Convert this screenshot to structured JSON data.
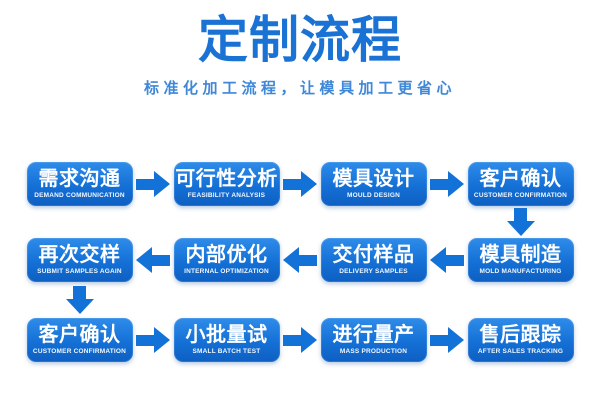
{
  "page": {
    "title": "定制流程",
    "subtitle": "标准化加工流程，让模具加工更省心"
  },
  "colors": {
    "primary_blue": "#1272d8",
    "title_blue": "#1a73d4",
    "subtitle_blue": "#3f87d8",
    "box_top": "#2f8ce9",
    "box_mid": "#1470d6",
    "box_bottom": "#0e5fc2",
    "text_white": "#ffffff"
  },
  "flow": {
    "rows": [
      {
        "direction": "right",
        "boxes": [
          {
            "zh": "需求沟通",
            "en": "DEMAND COMMUNICATION"
          },
          {
            "zh": "可行性分析",
            "en": "FEASIBILITY ANALYSIS"
          },
          {
            "zh": "模具设计",
            "en": "MOULD DESIGN"
          },
          {
            "zh": "客户确认",
            "en": "CUSTOMER CONFIRMATION"
          }
        ]
      },
      {
        "direction": "left",
        "boxes": [
          {
            "zh": "再次交样",
            "en": "SUBMIT SAMPLES AGAIN"
          },
          {
            "zh": "内部优化",
            "en": "INTERNAL OPTIMIZATION"
          },
          {
            "zh": "交付样品",
            "en": "DELIVERY SAMPLES"
          },
          {
            "zh": "模具制造",
            "en": "MOLD MANUFACTURING"
          }
        ]
      },
      {
        "direction": "right",
        "boxes": [
          {
            "zh": "客户确认",
            "en": "CUSTOMER CONFIRMATION"
          },
          {
            "zh": "小批量试",
            "en": "SMALL BATCH TEST"
          },
          {
            "zh": "进行量产",
            "en": "MASS PRODUCTION"
          },
          {
            "zh": "售后跟踪",
            "en": "AFTER SALES TRACKING"
          }
        ]
      }
    ]
  }
}
